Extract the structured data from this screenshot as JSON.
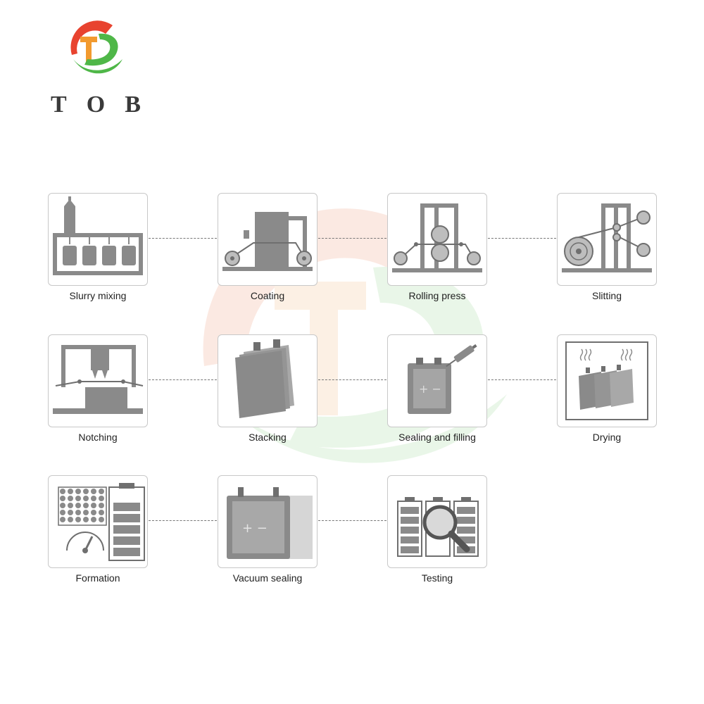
{
  "logo": {
    "text": "TOB",
    "letters": [
      "T",
      "O",
      "B"
    ]
  },
  "colors": {
    "icon": "#8a8a8a",
    "dark": "#6f6f6f",
    "light": "#bdbdbd",
    "logo_red": "#e8432f",
    "logo_green": "#4fb748",
    "logo_orange": "#f29a2e"
  },
  "steps": [
    {
      "label": "Slurry mixing",
      "icon": "slurry-mixing-icon"
    },
    {
      "label": "Coating",
      "icon": "coating-icon"
    },
    {
      "label": "Rolling press",
      "icon": "rolling-press-icon"
    },
    {
      "label": "Slitting",
      "icon": "slitting-icon"
    },
    {
      "label": "Notching",
      "icon": "notching-icon"
    },
    {
      "label": "Stacking",
      "icon": "stacking-icon"
    },
    {
      "label": "Sealing and filling",
      "icon": "sealing-filling-icon"
    },
    {
      "label": "Drying",
      "icon": "drying-icon"
    },
    {
      "label": "Formation",
      "icon": "formation-icon"
    },
    {
      "label": "Vacuum sealing",
      "icon": "vacuum-sealing-icon"
    },
    {
      "label": "Testing",
      "icon": "testing-icon"
    }
  ]
}
